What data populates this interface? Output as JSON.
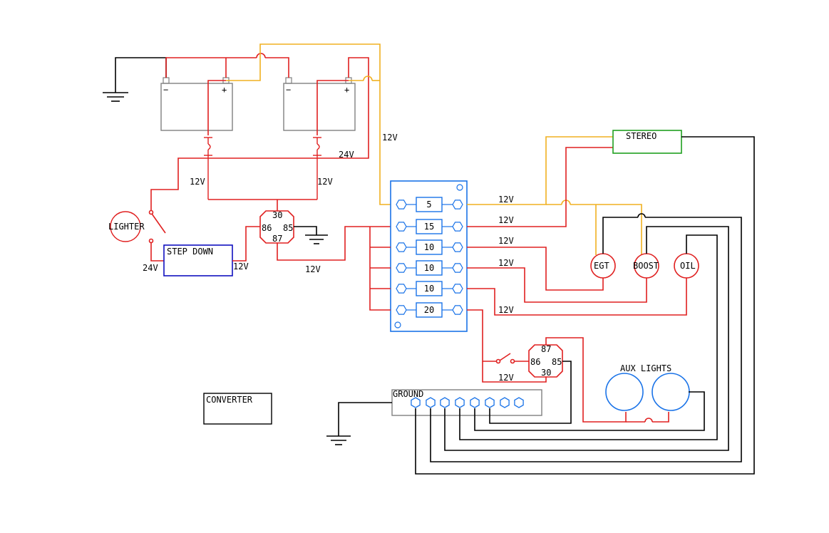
{
  "colors": {
    "red": "#e02020",
    "yellow": "#f0b020",
    "black": "#000000",
    "blue": "#1a73e8",
    "darkblue": "#1010c0",
    "green": "#20a020",
    "gray": "#808080"
  },
  "labels": {
    "lighter": "LIGHTER",
    "step_down": "STEP DOWN",
    "converter": "CONVERTER",
    "stereo": "STEREO",
    "ground": "GROUND",
    "aux_lights": "AUX LIGHTS",
    "egt": "EGT",
    "boost": "BOOST",
    "oil": "OIL"
  },
  "voltages": {
    "v12": "12V",
    "v24": "24V"
  },
  "battery_terminals": {
    "minus": "−",
    "plus": "+"
  },
  "relay_pins": {
    "p30": "30",
    "p86": "86",
    "p85": "85",
    "p87": "87"
  },
  "fuses": [
    "5",
    "15",
    "10",
    "10",
    "10",
    "20"
  ]
}
